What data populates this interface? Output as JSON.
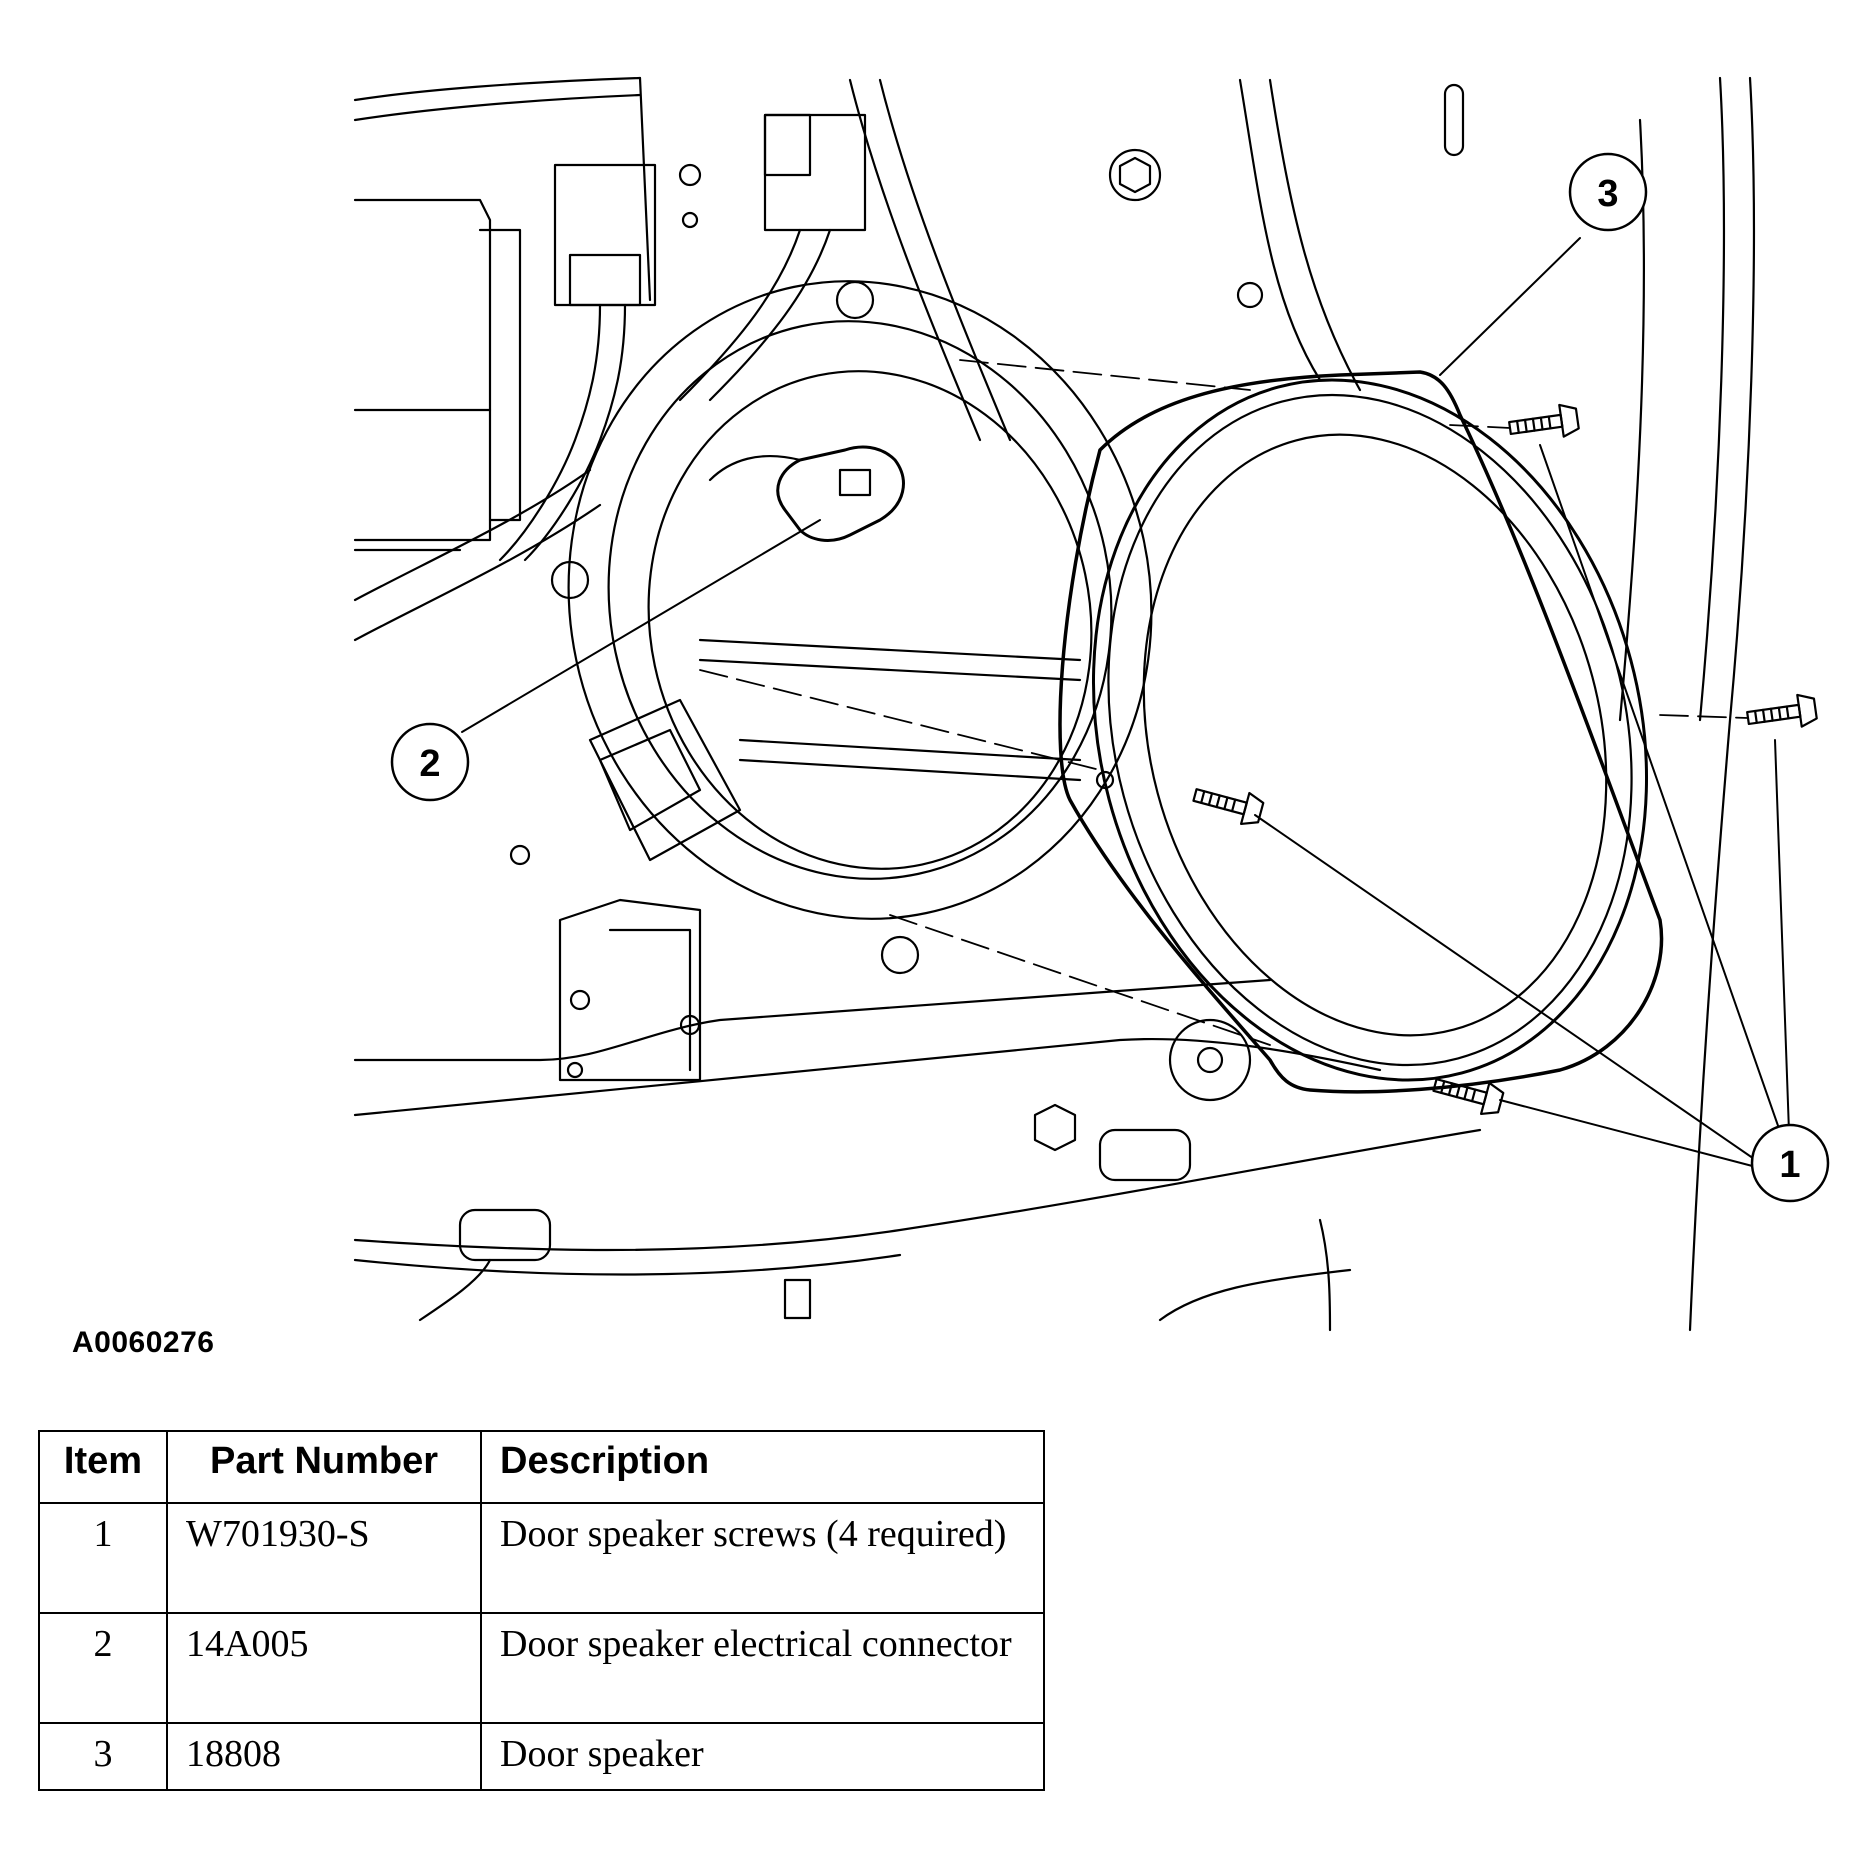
{
  "figure": {
    "id": "A0060276",
    "callouts": [
      {
        "number": "1"
      },
      {
        "number": "2"
      },
      {
        "number": "3"
      }
    ]
  },
  "table": {
    "headers": {
      "item": "Item",
      "part_number": "Part Number",
      "description": "Description"
    },
    "rows": [
      {
        "item": "1",
        "part_number": "W701930-S",
        "description": "Door speaker screws (4 required)"
      },
      {
        "item": "2",
        "part_number": "14A005",
        "description": "Door speaker electrical connector"
      },
      {
        "item": "3",
        "part_number": "18808",
        "description": "Door speaker"
      }
    ]
  }
}
